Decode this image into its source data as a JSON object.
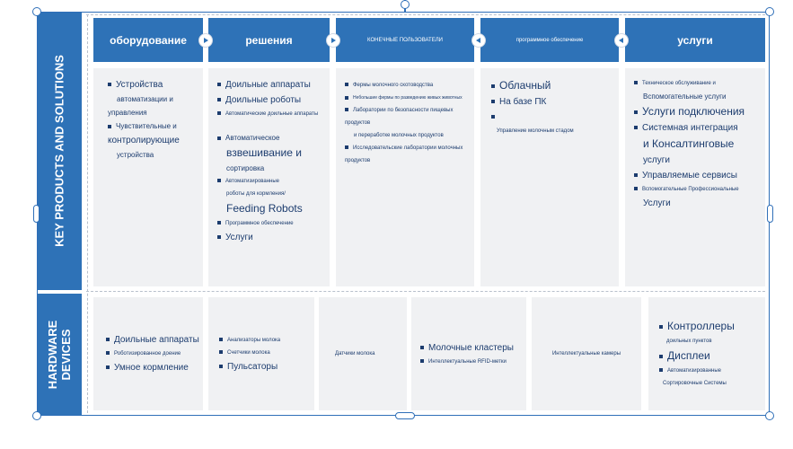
{
  "headers": [
    {
      "label": "оборудование"
    },
    {
      "label": "решения"
    },
    {
      "label": "КОНЕЧНЫЕ ПОЛЬЗОВАТЕЛИ"
    },
    {
      "label": "программное обеспечение"
    },
    {
      "label": "услуги"
    }
  ],
  "sidebar": {
    "top_label": "KEY PRODUCTS AND SOLUTIONS",
    "bottom_label_1": "HARDWARE",
    "bottom_label_2": "DEVICES"
  },
  "columns": {
    "equipment": [
      "Устройства",
      "автоматизации и",
      "управления",
      "Чувствительные и",
      "контролирующие",
      "устройства"
    ],
    "solutions": [
      "Доильные аппараты",
      "Доильные роботы",
      "Автоматические доильные аппараты",
      "Автоматическое",
      "взвешивание и",
      "сортировка",
      "Автоматизированные",
      "роботы для кормления/",
      "Feeding Robots",
      "Программное обеспечение",
      "Услуги"
    ],
    "end_users": [
      "Фермы молочного скотоводства",
      "Небольшие фермы по разведению живых животных",
      "Лаборатории по безопасности пищевых продуктов",
      "и переработке молочных продуктов",
      "Исследовательские лаборатории молочных продуктов"
    ],
    "software": [
      "Облачный",
      "На базе ПК",
      "Управление молочным стадом"
    ],
    "services": [
      "Техническое обслуживание и",
      "Вспомогательные услуги",
      "Услуги подключения",
      "Системная интеграция",
      "и Консалтинговые",
      "услуги",
      "Управляемые сервисы",
      "Вспомогательные Профессиональные",
      "Услуги"
    ]
  },
  "hardware": {
    "c1": [
      "Доильные аппараты",
      "Роботизированное доение",
      "Умное кормление"
    ],
    "c2": [
      "Анализаторы молока",
      "Счетчики молока",
      "Пульсаторы"
    ],
    "c3": [
      "Датчики молока"
    ],
    "c4": [
      "Молочные кластеры",
      "Интеллектуальные RFID-метки"
    ],
    "c5": [
      "Интеллектуальные камеры"
    ],
    "c6": [
      "Контроллеры",
      "доильных пунктов",
      "Дисплеи",
      "Автоматизированные",
      "Сортировочные Системы"
    ]
  },
  "colors": {
    "accent": "#2e72b7",
    "cell_bg": "#f0f1f3",
    "text": "#1c3c6e"
  }
}
